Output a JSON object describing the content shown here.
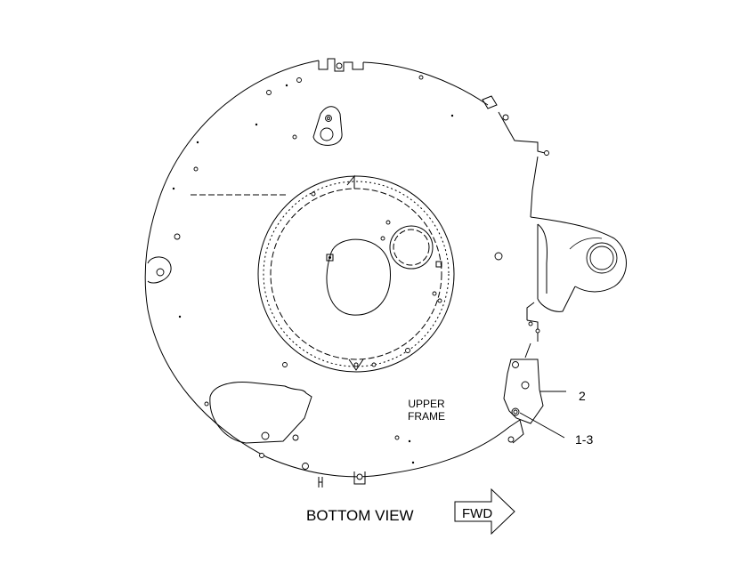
{
  "labels": {
    "upper_frame_line1": "UPPER",
    "upper_frame_line2": "FRAME",
    "callout_2": "2",
    "callout_1_3": "1-3",
    "view_title": "BOTTOM VIEW",
    "fwd_arrow": "FWD"
  },
  "colors": {
    "line": "#000000",
    "background": "#ffffff"
  }
}
